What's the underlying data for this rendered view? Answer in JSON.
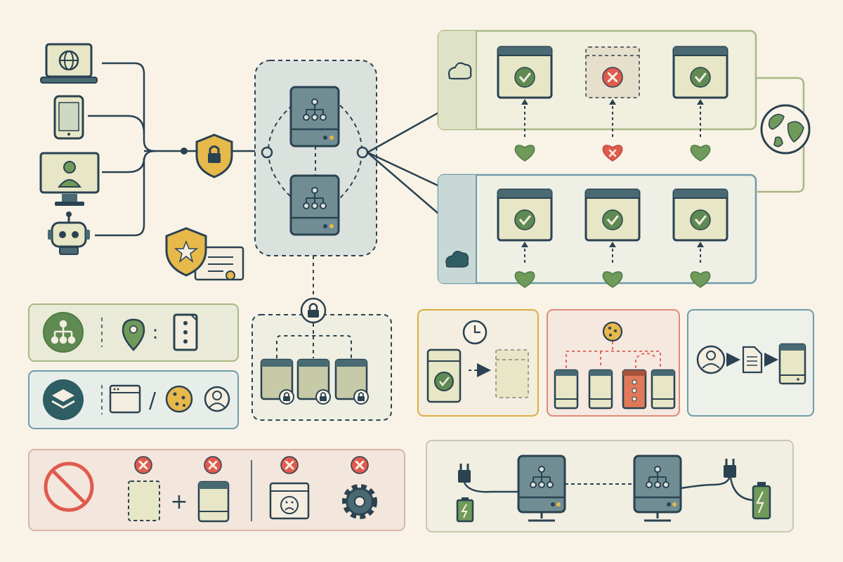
{
  "image_title": "",
  "clients": [
    {
      "kind": "laptop",
      "icon": "globe-icon"
    },
    {
      "kind": "phone",
      "icon": "phone-icon"
    },
    {
      "kind": "desktop",
      "icon": "user-icon"
    },
    {
      "kind": "robot",
      "icon": "robot-icon"
    }
  ],
  "edge_security": {
    "icon": "shield-lock-icon",
    "certificate_icon": "shield-star-certificate-icon"
  },
  "load_balancers": {
    "count": 2,
    "icon": "network-tree-icon"
  },
  "regions": [
    {
      "cloud_icon": "cloud-icon",
      "instances": [
        {
          "status": "healthy"
        },
        {
          "status": "failed"
        },
        {
          "status": "healthy"
        }
      ]
    },
    {
      "cloud_icon": "cloud-icon",
      "instances": [
        {
          "status": "healthy"
        },
        {
          "status": "healthy"
        },
        {
          "status": "healthy"
        }
      ]
    }
  ],
  "global_icon": "globe-icon",
  "private_backends": {
    "lock_icon": "lock-icon",
    "count": 3
  },
  "panels": {
    "routing": {
      "icons": [
        "network-tree-icon",
        "location-pin-icon",
        "server-icon"
      ],
      "separator": ":"
    },
    "session": {
      "icons": [
        "layers-icon",
        "browser-window-icon",
        "cookie-icon",
        "user-icon"
      ],
      "separator": "/"
    },
    "not_supported": {
      "icons": [
        "prohibited-icon",
        "empty-instance-icon",
        "instance-icon",
        "sad-browser-icon",
        "gear-icon"
      ],
      "plus": "+"
    },
    "draining": {
      "icons": [
        "clock-icon",
        "instance-icon",
        "empty-instance-icon"
      ]
    },
    "cookie_affinity": {
      "icons": [
        "cookie-icon",
        "server-icon"
      ]
    },
    "user_affinity": {
      "icons": [
        "user-icon",
        "document-icon",
        "server-icon"
      ]
    },
    "high_availability": {
      "icons": [
        "power-plug-icon",
        "battery-icon",
        "load-balancer-icon"
      ]
    }
  },
  "colors": {
    "background": "#f8f3e6",
    "ink": "#2a4251",
    "green_panel": "#dfe3c6",
    "green_border": "#a9b886",
    "blue_panel": "#dbe5e2",
    "blue_border": "#6e9cab",
    "instance_fill": "#e7e6c6",
    "instance_bar": "#496a72",
    "server_fill": "#6f8d93",
    "check_green": "#5f8a52",
    "heart_green": "#6f9a5a",
    "error_red": "#e05a4e",
    "gold": "#e7b84a",
    "orange_server": "#e0785a",
    "teal": "#2e5d63",
    "note_beige": "#f4eee0",
    "yellow_border": "#dcae3b",
    "red_border": "#e08a7a"
  }
}
